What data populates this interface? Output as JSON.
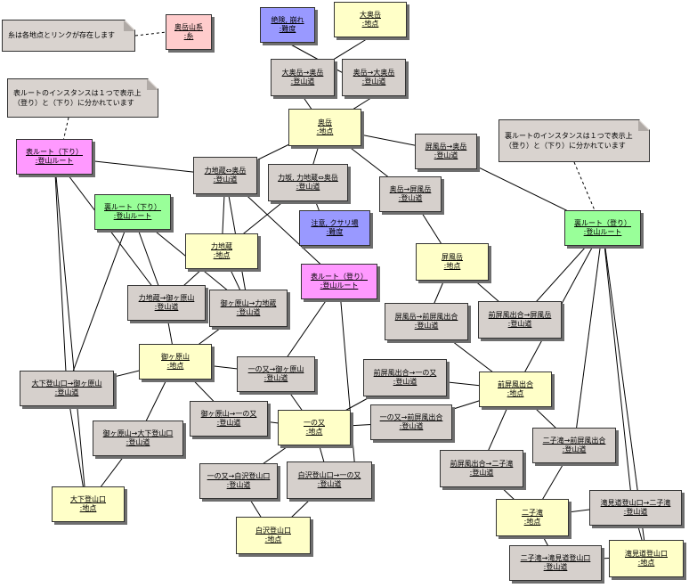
{
  "notes": {
    "n1": "糸は各地点とリンクが存在します",
    "n2": "表ルートのインスタンスは１つで表示上（登り）と（下り）に分かれています",
    "n3": "裏ルートのインスタンスは１つで表示上（登り）と（下り）に分かれています"
  },
  "nodes": {
    "okudake_sankei": {
      "name": "奥岳山系",
      "type": ":糸"
    },
    "zessho": {
      "name": "絶険, 崩れ",
      "type": ":難度"
    },
    "daiokudake": {
      "name": "大奥岳",
      "type": ":地点"
    },
    "dai_to_oku": {
      "name": "大奥岳→奥岳",
      "type": ":登山道"
    },
    "oku_to_dai": {
      "name": "奥岳→大奥岳",
      "type": ":登山道"
    },
    "okudake": {
      "name": "奥岳",
      "type": ":地点"
    },
    "omote_down": {
      "name": "表ルート（下り）",
      "type": ":登山ルート"
    },
    "rikichi_oku": {
      "name": "力地蔵⇔奥岳",
      "type": ":登山道"
    },
    "rikiba_oku": {
      "name": "力坂, 力地蔵⇔奥岳",
      "type": ":登山道"
    },
    "byobu_to_oku": {
      "name": "屏風岳→奥岳",
      "type": ":登山道"
    },
    "oku_to_byobu": {
      "name": "奥岳→屏風岳",
      "type": ":登山道"
    },
    "ura_down": {
      "name": "裏ルート（下り）",
      "type": ":登山ルート"
    },
    "chui": {
      "name": "注意, クサリ場",
      "type": ":難度"
    },
    "ura_up": {
      "name": "裏ルート（登り）",
      "type": ":登山ルート"
    },
    "rikijizo": {
      "name": "力地蔵",
      "type": ":地点"
    },
    "byobudake": {
      "name": "屏風岳",
      "type": ":地点"
    },
    "omote_up": {
      "name": "表ルート（登り）",
      "type": ":登山ルート"
    },
    "riki_to_mi": {
      "name": "力地蔵→御ヶ原山",
      "type": ":登山道"
    },
    "mi_to_riki": {
      "name": "御ヶ原山→力地蔵",
      "type": ":登山道"
    },
    "byo_to_mae": {
      "name": "屏風岳→前屏風出合",
      "type": ":登山道"
    },
    "mae_to_byo": {
      "name": "前屏風出合→屏風岳",
      "type": ":登山道"
    },
    "mikahara": {
      "name": "御ヶ原山",
      "type": ":地点"
    },
    "ichi_to_mi": {
      "name": "一の又→御ヶ原山",
      "type": ":登山道"
    },
    "mae_to_ichi": {
      "name": "前屏風出合→一の又",
      "type": ":登山道"
    },
    "maebyobu": {
      "name": "前屏風出合",
      "type": ":地点"
    },
    "oshita_to_mi": {
      "name": "大下登山口→御ヶ原山",
      "type": ":登山道"
    },
    "mi_to_ichi": {
      "name": "御ヶ原山→一の又",
      "type": ":登山道"
    },
    "ichinomata": {
      "name": "一の又",
      "type": ":地点"
    },
    "ichi_to_mae": {
      "name": "一の又→前屏風出合",
      "type": ":登山道"
    },
    "mi_to_oshita": {
      "name": "御ヶ原山→大下登山口",
      "type": ":登山道"
    },
    "futa_to_mae": {
      "name": "二子滝→前屏風出合",
      "type": ":登山道"
    },
    "mae_to_futa": {
      "name": "前屏風出合→二子滝",
      "type": ":登山道"
    },
    "ichi_to_shira": {
      "name": "一の又→白沢登山口",
      "type": ":登山道"
    },
    "shira_to_ichi": {
      "name": "白沢登山口→一の又",
      "type": ":登山道"
    },
    "oshita": {
      "name": "大下登山口",
      "type": ":地点"
    },
    "futagotaki": {
      "name": "二子滝",
      "type": ":地点"
    },
    "takimi_to_futa": {
      "name": "滝見道登山口→二子滝",
      "type": ":登山道"
    },
    "shirasawa": {
      "name": "白沢登山口",
      "type": ":地点"
    },
    "futa_to_takimi": {
      "name": "二子滝→滝見道登山口",
      "type": ":登山道"
    },
    "takimi": {
      "name": "滝見道登山口",
      "type": ":地点"
    }
  },
  "colors": {
    "trail": "#d6d0cc",
    "point": "#ffffc8",
    "route_pink": "#ff99ff",
    "route_green": "#99ff99",
    "danger": "#9999ff",
    "mountain": "#ffcccc"
  }
}
